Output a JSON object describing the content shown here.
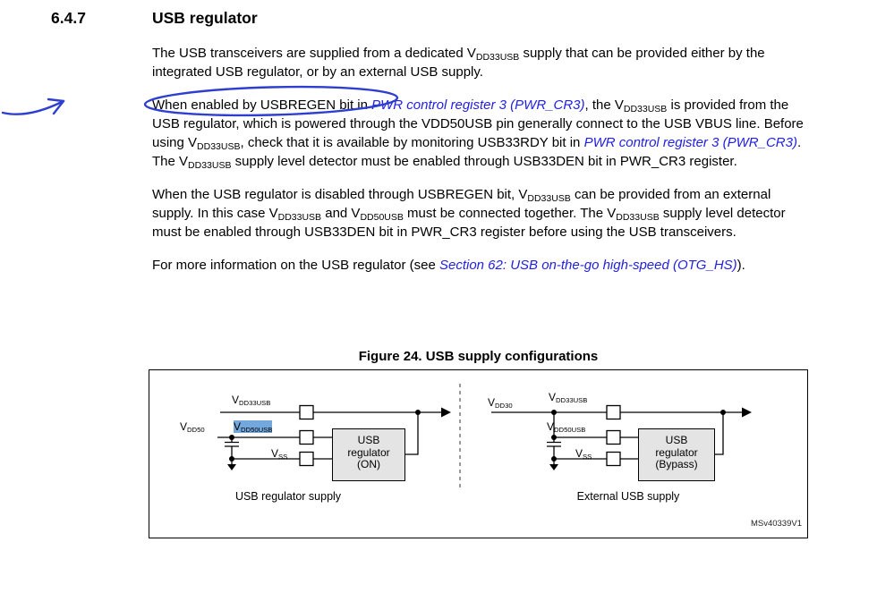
{
  "colors": {
    "link": "#2121e0",
    "annotation": "#2e3fd0",
    "highlight": "#74a7dc",
    "box_fill": "#e4e4e4"
  },
  "section": {
    "number": "6.4.7",
    "title": "USB regulator"
  },
  "paragraphs": {
    "p1": [
      {
        "t": "text",
        "s": "The USB transceivers are supplied from a dedicated V"
      },
      {
        "t": "sub",
        "s": "DD33USB"
      },
      {
        "t": "text",
        "s": " supply that can be provided either by the integrated USB regulator, or by an external USB supply."
      }
    ],
    "p2": [
      {
        "t": "text",
        "s": "When enabled by USBREGEN bit in "
      },
      {
        "t": "link",
        "s": "PWR control register 3 (PWR_CR3)"
      },
      {
        "t": "text",
        "s": ", the V"
      },
      {
        "t": "sub",
        "s": "DD33USB"
      },
      {
        "t": "text",
        "s": " is provided from the USB regulator, which is powered through the VDD50USB pin generally connect to the USB VBUS line. Before using V"
      },
      {
        "t": "sub",
        "s": "DD33USB"
      },
      {
        "t": "text",
        "s": ", check that it is available by monitoring USB33RDY bit in "
      },
      {
        "t": "link",
        "s": "PWR control register 3 (PWR_CR3)"
      },
      {
        "t": "text",
        "s": ". The V"
      },
      {
        "t": "sub",
        "s": "DD33USB"
      },
      {
        "t": "text",
        "s": " supply level detector must be enabled through USB33DEN bit in PWR_CR3 register."
      }
    ],
    "p3": [
      {
        "t": "text",
        "s": "When the USB regulator is disabled through USBREGEN bit, V"
      },
      {
        "t": "sub",
        "s": "DD33USB"
      },
      {
        "t": "text",
        "s": " can be provided from an external supply. In this case V"
      },
      {
        "t": "sub",
        "s": "DD33USB"
      },
      {
        "t": "text",
        "s": " and V"
      },
      {
        "t": "sub",
        "s": "DD50USB"
      },
      {
        "t": "text",
        "s": " must be connected together. The V"
      },
      {
        "t": "sub",
        "s": "DD33USB"
      },
      {
        "t": "text",
        "s": " supply level detector must be enabled through USB33DEN bit in PWR_CR3 register before using the USB transceivers."
      }
    ],
    "p4": [
      {
        "t": "text",
        "s": "For more information on the USB regulator (see "
      },
      {
        "t": "link",
        "s": "Section 62: USB on-the-go high-speed (OTG_HS)"
      },
      {
        "t": "text",
        "s": ")."
      }
    ]
  },
  "figure": {
    "caption": "Figure 24. USB supply configurations",
    "watermark": "MSv40339V1",
    "left": {
      "top_label": [
        {
          "t": "text",
          "s": "V"
        },
        {
          "t": "sub",
          "s": "DD33USB"
        }
      ],
      "vdd50": [
        {
          "t": "text",
          "s": "V"
        },
        {
          "t": "sub",
          "s": "DD50"
        }
      ],
      "vdd50usb": [
        {
          "t": "text",
          "s": "V"
        },
        {
          "t": "sub",
          "s": "DD50USB"
        }
      ],
      "vss": [
        {
          "t": "text",
          "s": "V"
        },
        {
          "t": "sub",
          "s": "SS"
        }
      ],
      "box": "USB\nregulator\n(ON)",
      "caption": "USB regulator supply"
    },
    "right": {
      "vdd30": [
        {
          "t": "text",
          "s": "V"
        },
        {
          "t": "sub",
          "s": "DD30"
        }
      ],
      "top_label": [
        {
          "t": "text",
          "s": "V"
        },
        {
          "t": "sub",
          "s": "DD33USB"
        }
      ],
      "vdd50usb": [
        {
          "t": "text",
          "s": "V"
        },
        {
          "t": "sub",
          "s": "DD50USB"
        }
      ],
      "vss": [
        {
          "t": "text",
          "s": "V"
        },
        {
          "t": "sub",
          "s": "SS"
        }
      ],
      "box": "USB\nregulator\n(Bypass)",
      "caption": "External USB supply"
    }
  }
}
